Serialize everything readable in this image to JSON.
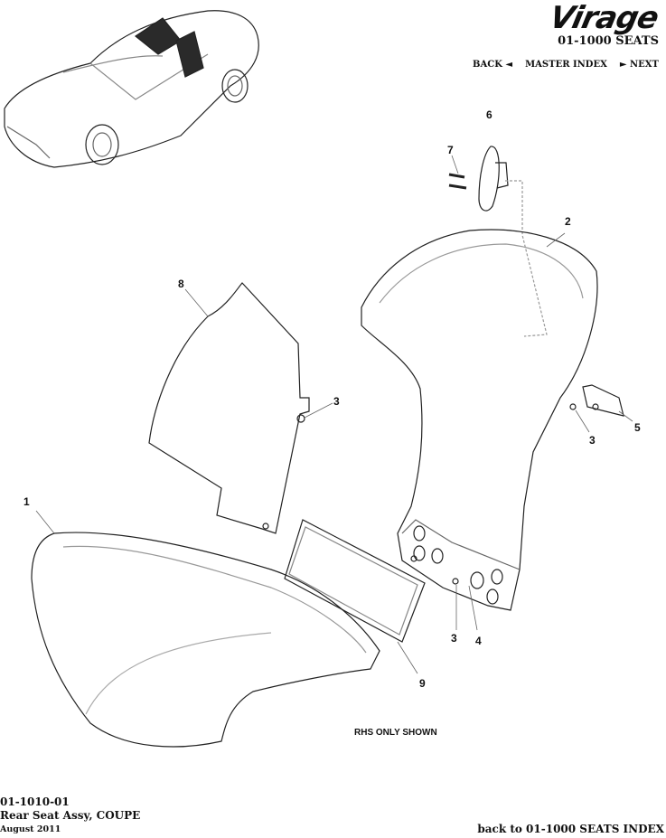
{
  "header": {
    "logo_text": "Virage",
    "section_title": "01-1000 SEATS",
    "nav": {
      "back_label": "BACK ◄",
      "master_index_label": "MASTER INDEX",
      "next_label": "► NEXT"
    }
  },
  "diagram": {
    "note": "RHS ONLY SHOWN",
    "callouts": [
      {
        "id": "1",
        "label": "1"
      },
      {
        "id": "2",
        "label": "2"
      },
      {
        "id": "3a",
        "label": "3"
      },
      {
        "id": "3b",
        "label": "3"
      },
      {
        "id": "3c",
        "label": "3"
      },
      {
        "id": "4",
        "label": "4"
      },
      {
        "id": "5",
        "label": "5"
      },
      {
        "id": "6",
        "label": "6"
      },
      {
        "id": "7",
        "label": "7"
      },
      {
        "id": "8",
        "label": "8"
      },
      {
        "id": "9",
        "label": "9"
      }
    ]
  },
  "footer": {
    "part_code": "01-1010-01",
    "title": "Rear Seat Assy, COUPE",
    "date": "August 2011",
    "back_link": "back to 01-1000 SEATS INDEX"
  }
}
